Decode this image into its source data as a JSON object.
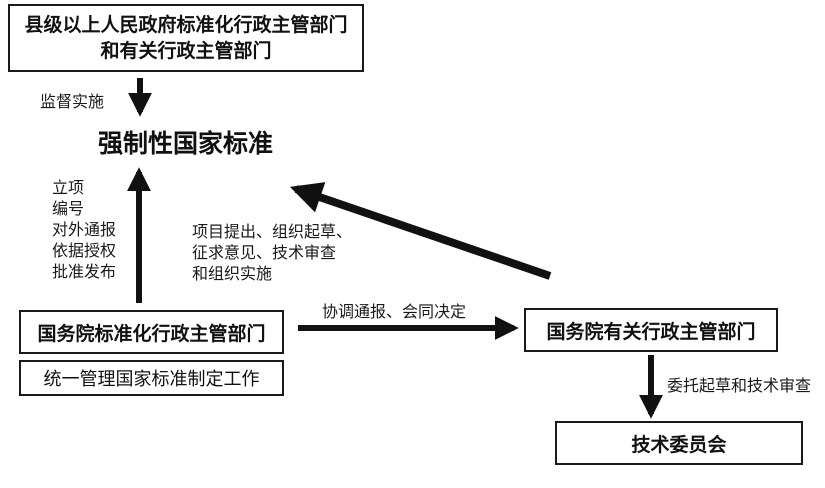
{
  "boxes": {
    "county_dept": {
      "line1": "县级以上人民政府标准化行政主管部门",
      "line2": "和有关行政主管部门"
    },
    "state_std_dept": "国务院标准化行政主管部门",
    "state_std_role": "统一管理国家标准制定工作",
    "state_related_dept": "国务院有关行政主管部门",
    "tech_committee": "技术委员会"
  },
  "central_node": "强制性国家标准",
  "edge_labels": {
    "supervise": "监督实施",
    "approval_steps": [
      "立项",
      "编号",
      "对外通报",
      "依据授权",
      "批准发布"
    ],
    "related_dept_tasks": [
      "项目提出、组织起草、",
      "征求意见、技术审查",
      "和组织实施"
    ],
    "coordination": "协调通报、会同决定",
    "delegate": "委托起草和技术审查"
  },
  "colors": {
    "stroke": "#1a1a1a",
    "background": "#ffffff"
  }
}
